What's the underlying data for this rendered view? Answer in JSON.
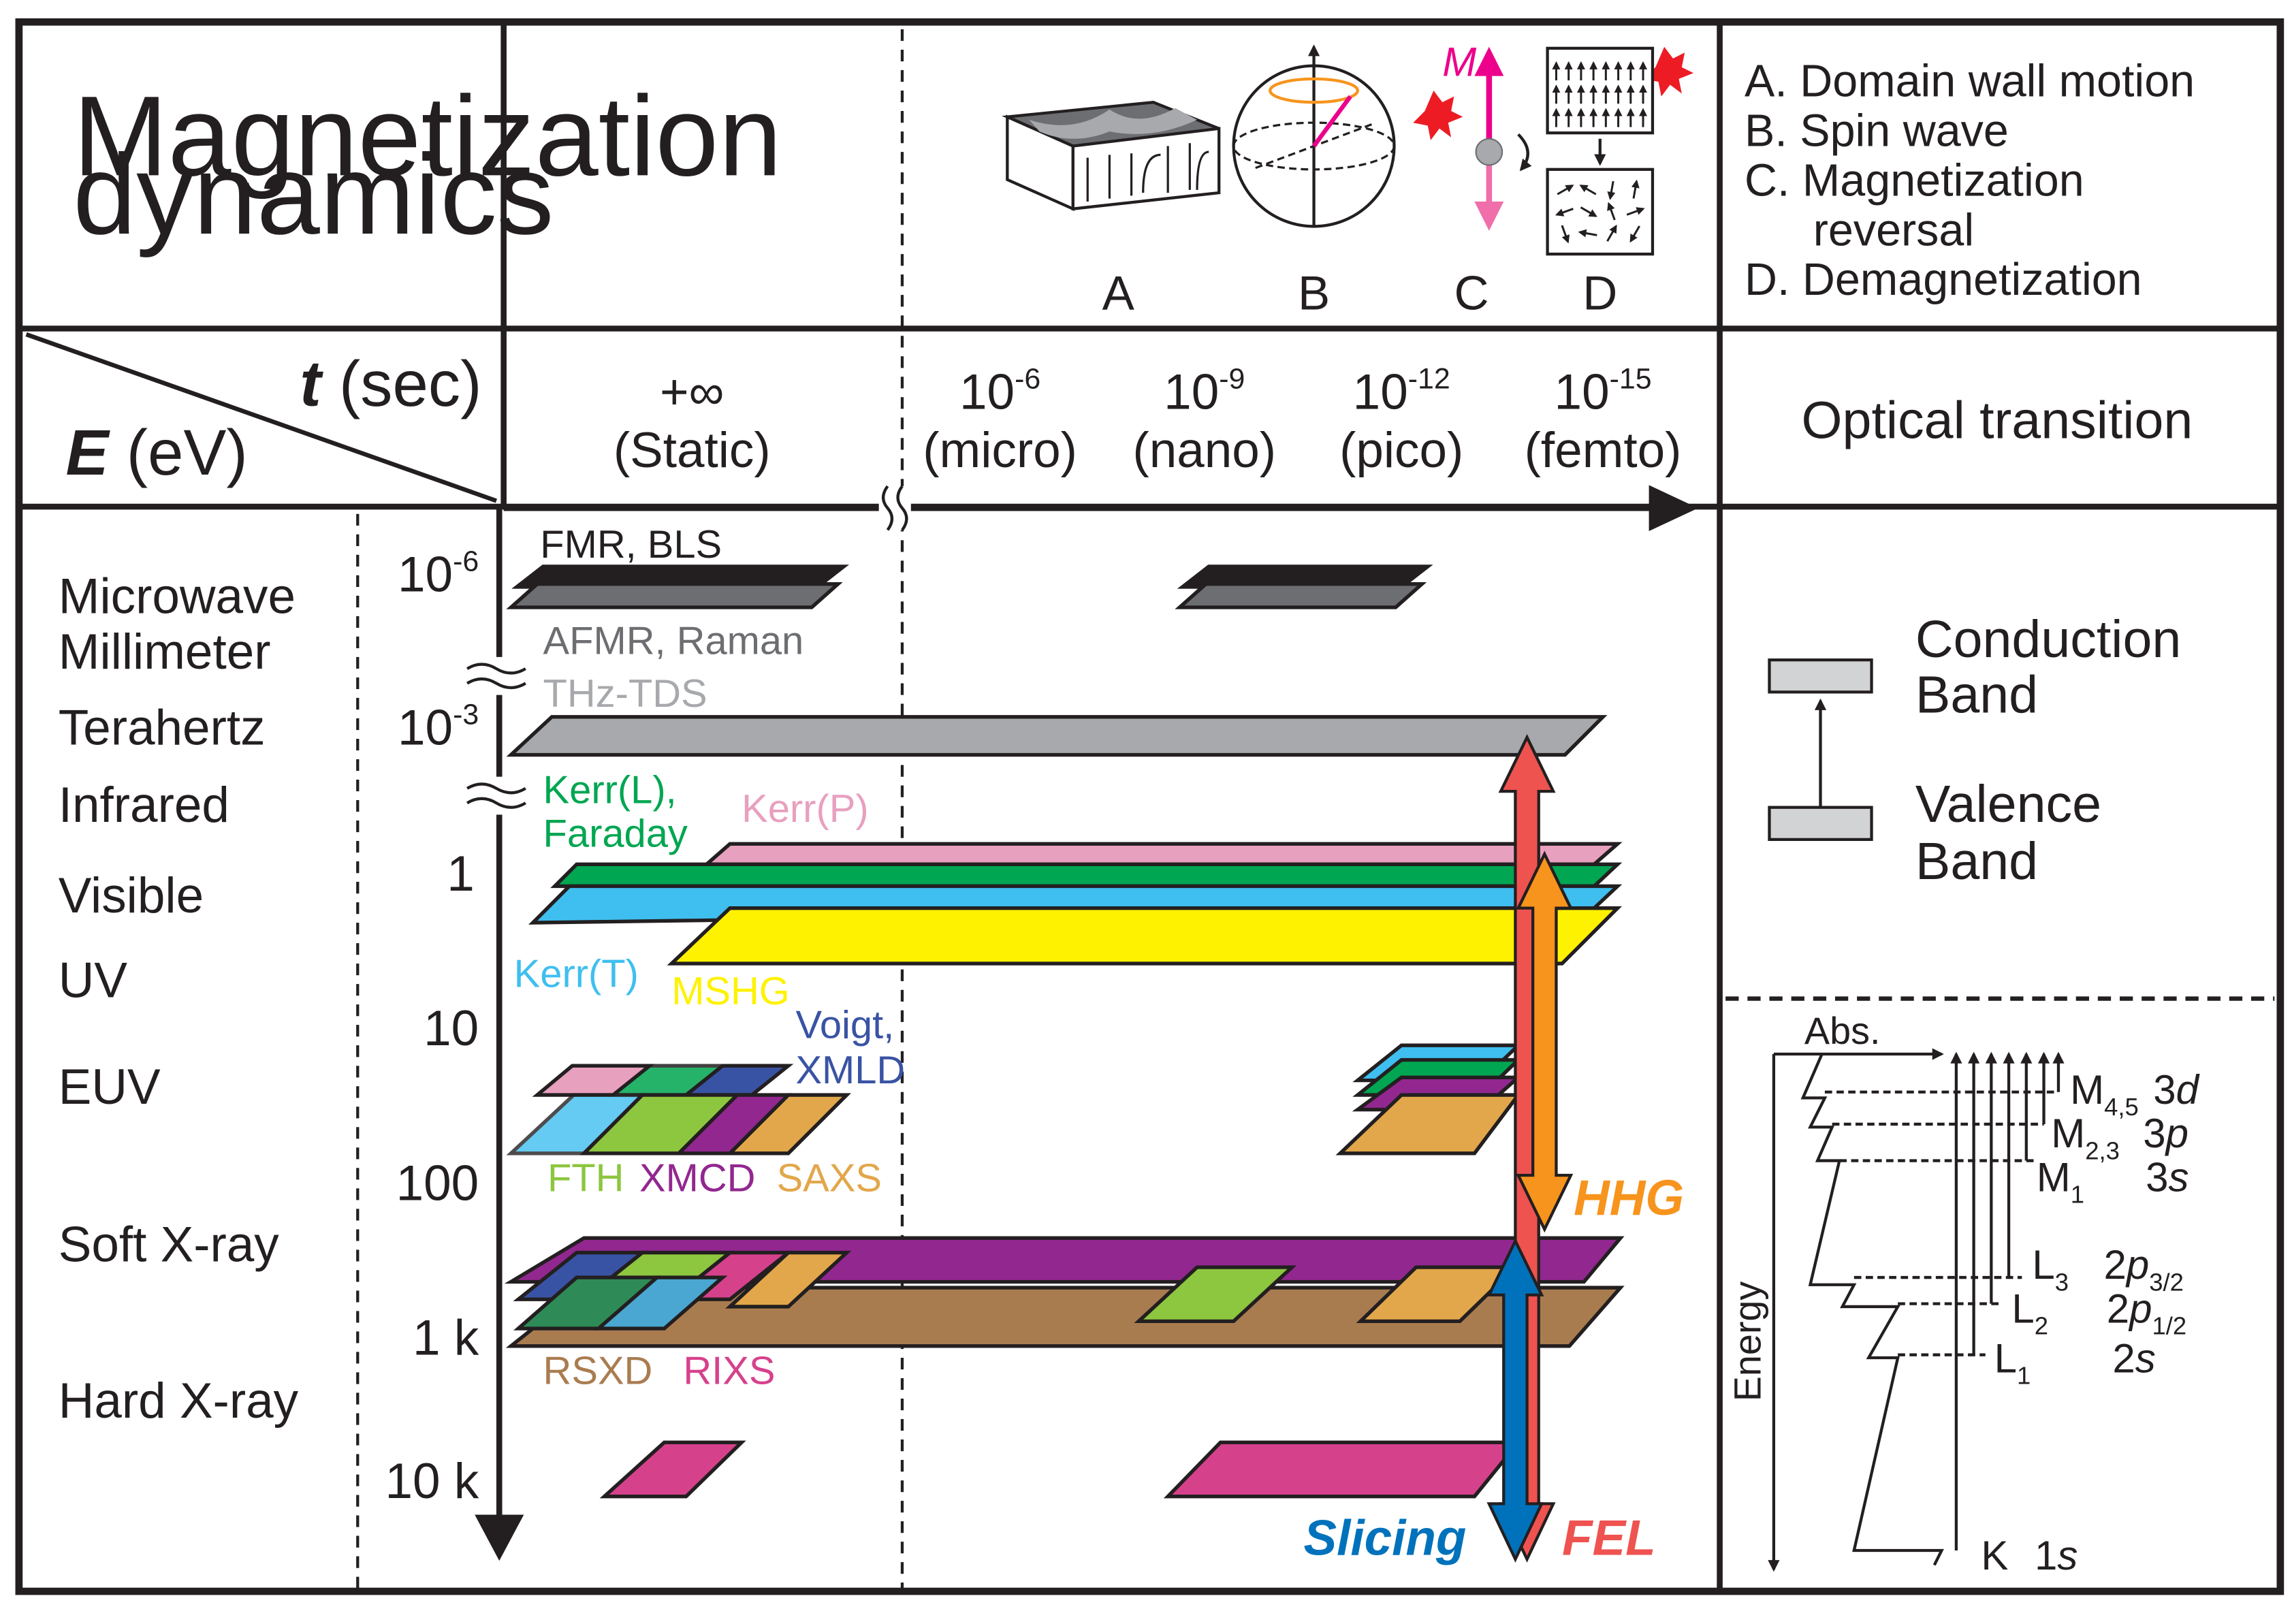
{
  "header": {
    "row_title_line1": "Magnetization",
    "row_title_line2": "dynamics",
    "t_symbol": "t",
    "t_unit": "(sec)",
    "e_symbol": "E",
    "e_unit": "(eV)",
    "optical_transition": "Optical transition"
  },
  "dynamics_icons": [
    {
      "letter": "A",
      "icon": "domain-wall-icon"
    },
    {
      "letter": "B",
      "icon": "spin-sphere-icon"
    },
    {
      "letter": "C",
      "icon": "magnetization-reversal-icon"
    },
    {
      "letter": "D",
      "icon": "demagnetization-icon"
    }
  ],
  "magnetization_label": "M",
  "legend": {
    "a": "A. Domain wall motion",
    "b": "B. Spin wave",
    "c1": "C. Magnetization",
    "c2": "reversal",
    "d": "D. Demagnetization"
  },
  "time_axis": [
    {
      "value": "+∞",
      "name": "(Static)"
    },
    {
      "value": "10",
      "exp": "-6",
      "name": "(micro)"
    },
    {
      "value": "10",
      "exp": "-9",
      "name": "(nano)"
    },
    {
      "value": "10",
      "exp": "-12",
      "name": "(pico)"
    },
    {
      "value": "10",
      "exp": "-15",
      "name": "(femto)"
    }
  ],
  "energy_ticks": [
    {
      "base": "10",
      "exp": "-6"
    },
    {
      "base": "10",
      "exp": "-3"
    },
    {
      "base": "1"
    },
    {
      "base": "10"
    },
    {
      "base": "100"
    },
    {
      "base": "1 k"
    },
    {
      "base": "10 k"
    }
  ],
  "energy_regions": [
    "Microwave",
    "Millimeter",
    "Terahertz",
    "Infrared",
    "Visible",
    "UV",
    "EUV",
    "Soft X-ray",
    "Hard X-ray"
  ],
  "techniques": {
    "fmr": "FMR, BLS",
    "afmr": "AFMR, Raman",
    "thz": "THz-TDS",
    "kerr_l1": "Kerr(L),",
    "kerr_l2": "Faraday",
    "kerr_p": "Kerr(P)",
    "kerr_t": "Kerr(T)",
    "mshg": "MSHG",
    "voigt1": "Voigt,",
    "voigt2": "XMLD",
    "fth": "FTH",
    "xmcd": "XMCD",
    "saxs": "SAXS",
    "rsxd": "RSXD",
    "rixs": "RIXS"
  },
  "sources": {
    "hhg": "HHG",
    "slicing": "Slicing",
    "fel": "FEL"
  },
  "bands": {
    "conduction1": "Conduction",
    "conduction2": "Band",
    "valence1": "Valence",
    "valence2": "Band"
  },
  "levels": {
    "abs": "Abs.",
    "energy": "Energy",
    "m45": "M",
    "m45_sub": "4,5",
    "m45_orb": "3",
    "m45_orb_l": "d",
    "m23": "M",
    "m23_sub": "2,3",
    "m23_orb": "3",
    "m23_orb_l": "p",
    "m1": "M",
    "m1_sub": "1",
    "m1_orb": "3",
    "m1_orb_l": "s",
    "l3": "L",
    "l3_sub": "3",
    "l3_orb": "2",
    "l3_orb_l": "p",
    "l3_orb_sub": "3/2",
    "l2": "L",
    "l2_sub": "2",
    "l2_orb": "2",
    "l2_orb_l": "p",
    "l2_orb_sub": "1/2",
    "l1": "L",
    "l1_sub": "1",
    "l1_orb": "2",
    "l1_orb_l": "s",
    "k": "K",
    "k_orb": "1",
    "k_orb_l": "s"
  },
  "colors": {
    "dark": "#231f20",
    "gray_band": "#a7a9ac",
    "dark_gray": "#6d6e71",
    "light_gray_text": "#a7a9ac",
    "kerr_green": "#00a651",
    "kerr_pink": "#e8a0bf",
    "kerr_cyan": "#3fbfef",
    "yellow": "#fff200",
    "voigt_blue": "#3953a4",
    "fth_green": "#8dc63f",
    "xmcd_purple": "#92278f",
    "saxs_orange": "#e2a74a",
    "rsxd_brown": "#a97c50",
    "rixs_magenta": "#d6418c",
    "hhg_orange": "#f7941d",
    "fel_red": "#ef5350",
    "slicing_blue": "#0072bc",
    "magenta_arrow": "#ec008c"
  }
}
